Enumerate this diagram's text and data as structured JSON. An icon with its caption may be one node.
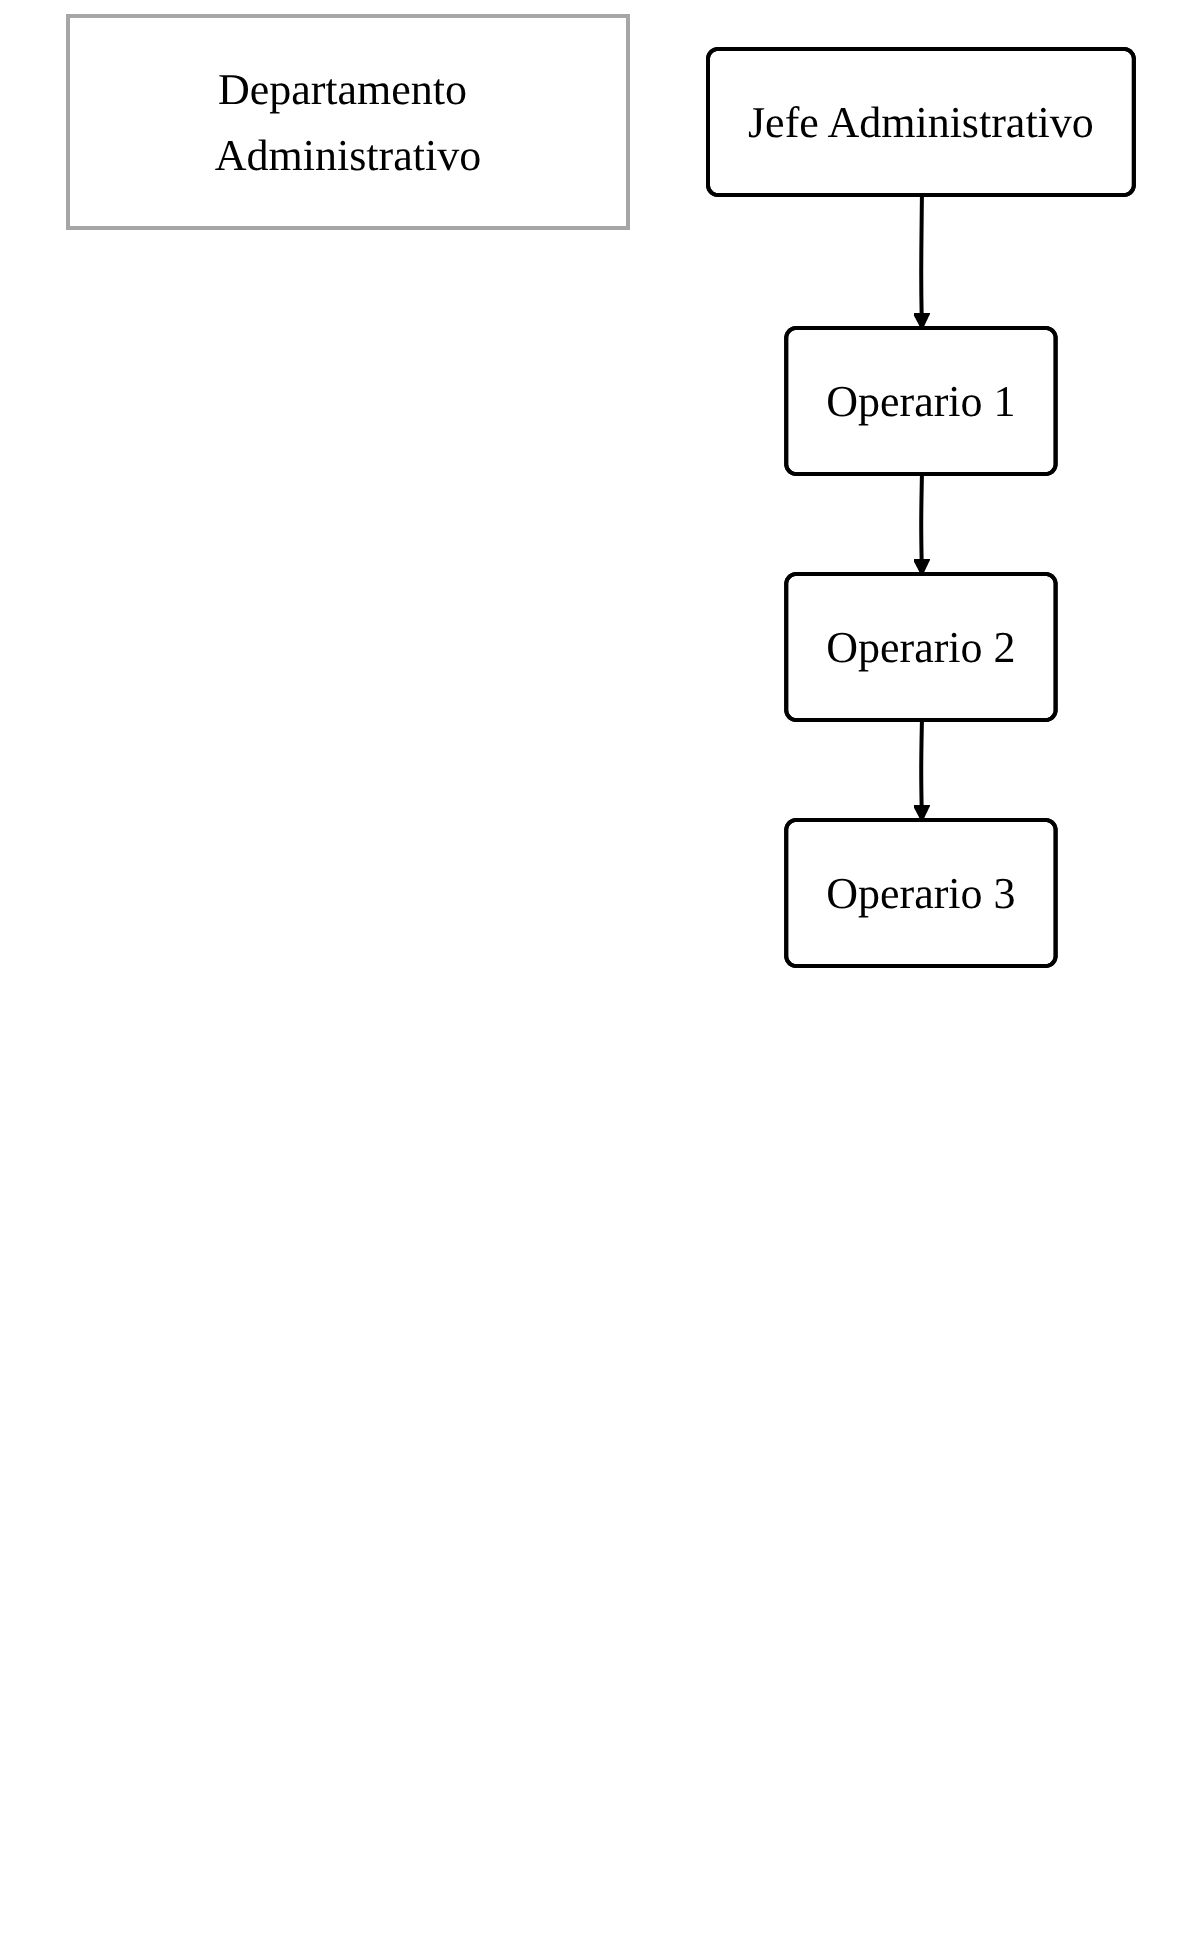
{
  "diagram": {
    "nodes": [
      {
        "text": [
          "Departamento Administrativo"
        ]
      },
      {
        "text": [
          "Jefe Administrativo"
        ]
      },
      {
        "text": [
          "Operario 1"
        ]
      },
      {
        "text": [
          "Operario 2"
        ]
      },
      {
        "text": [
          "Operario 3"
        ]
      }
    ],
    "edges": [
      {
        "from": 1,
        "to": 2,
        "arrow": "to"
      },
      {
        "from": 2,
        "to": 3,
        "arrow": "to"
      },
      {
        "from": 3,
        "to": 4,
        "arrow": "to"
      }
    ]
  }
}
